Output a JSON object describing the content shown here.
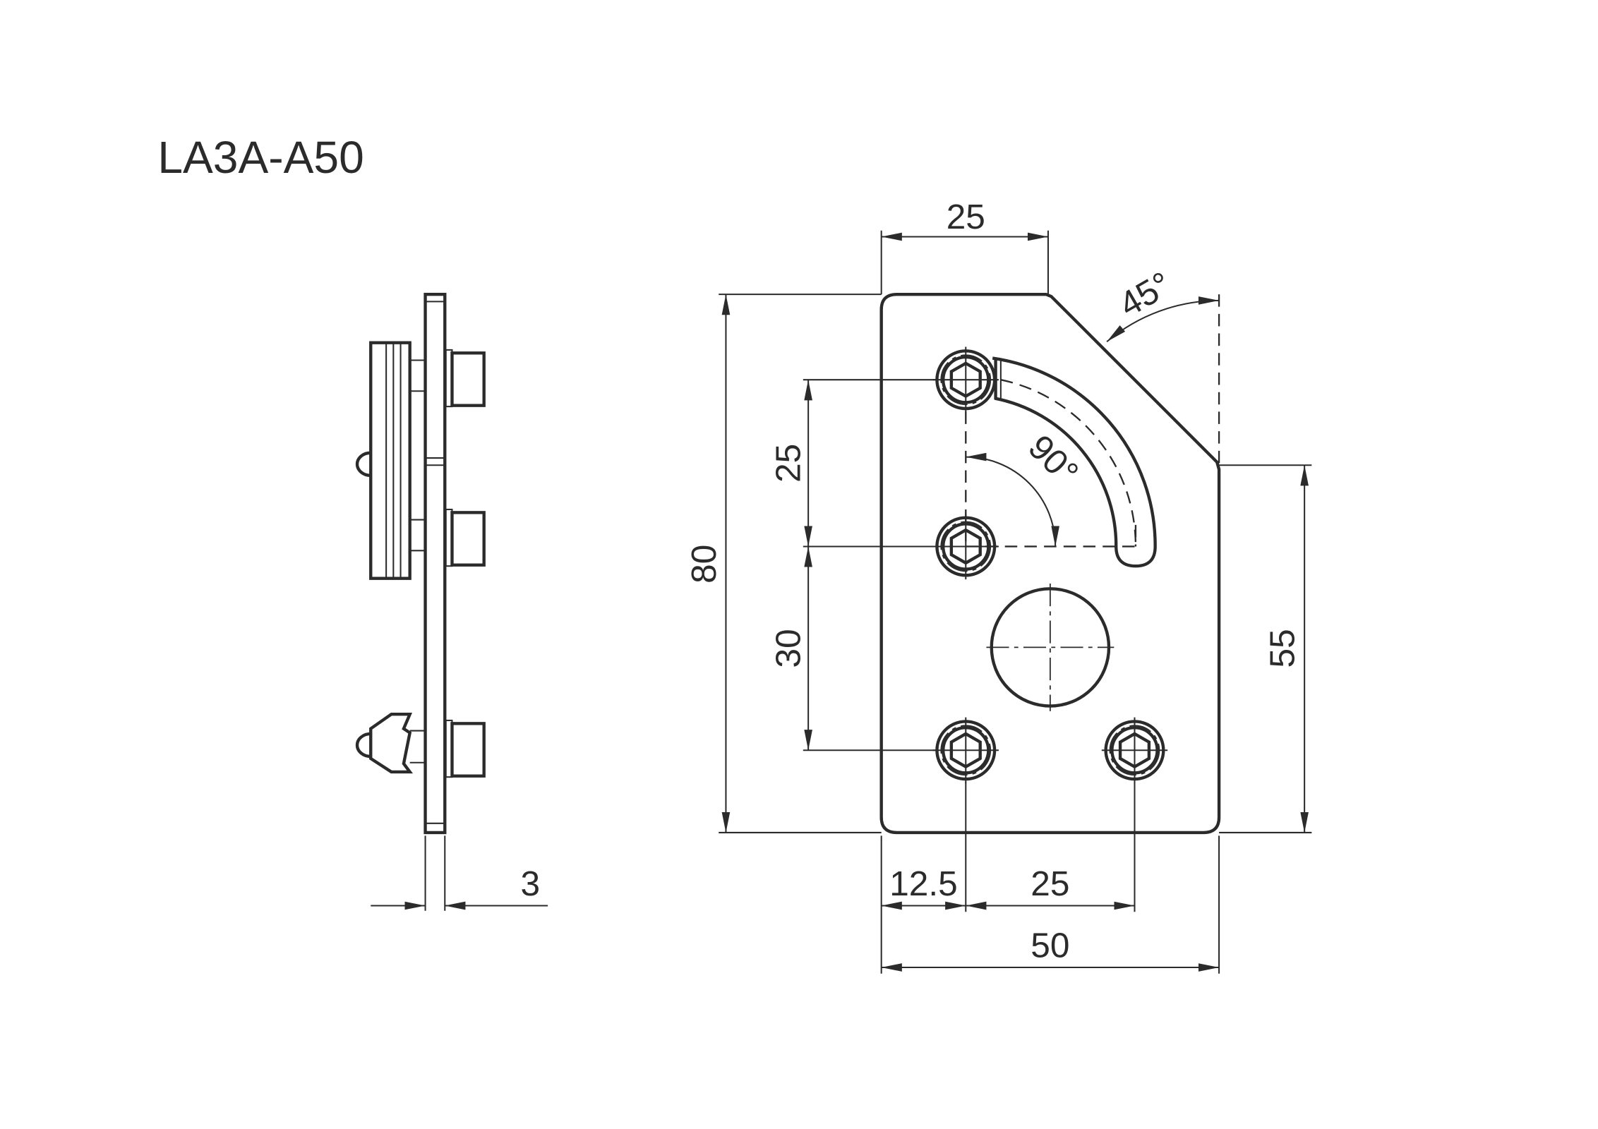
{
  "title": "LA3A-A50",
  "dimensions": {
    "top_width": "25",
    "chamfer_angle": "45°",
    "slot_angle": "90°",
    "hole_spacing_upper": "25",
    "hole_spacing_lower": "30",
    "height": "80",
    "right_height": "55",
    "left_offset": "12.5",
    "hole_spacing_horizontal": "25",
    "width": "50",
    "thickness": "3"
  }
}
